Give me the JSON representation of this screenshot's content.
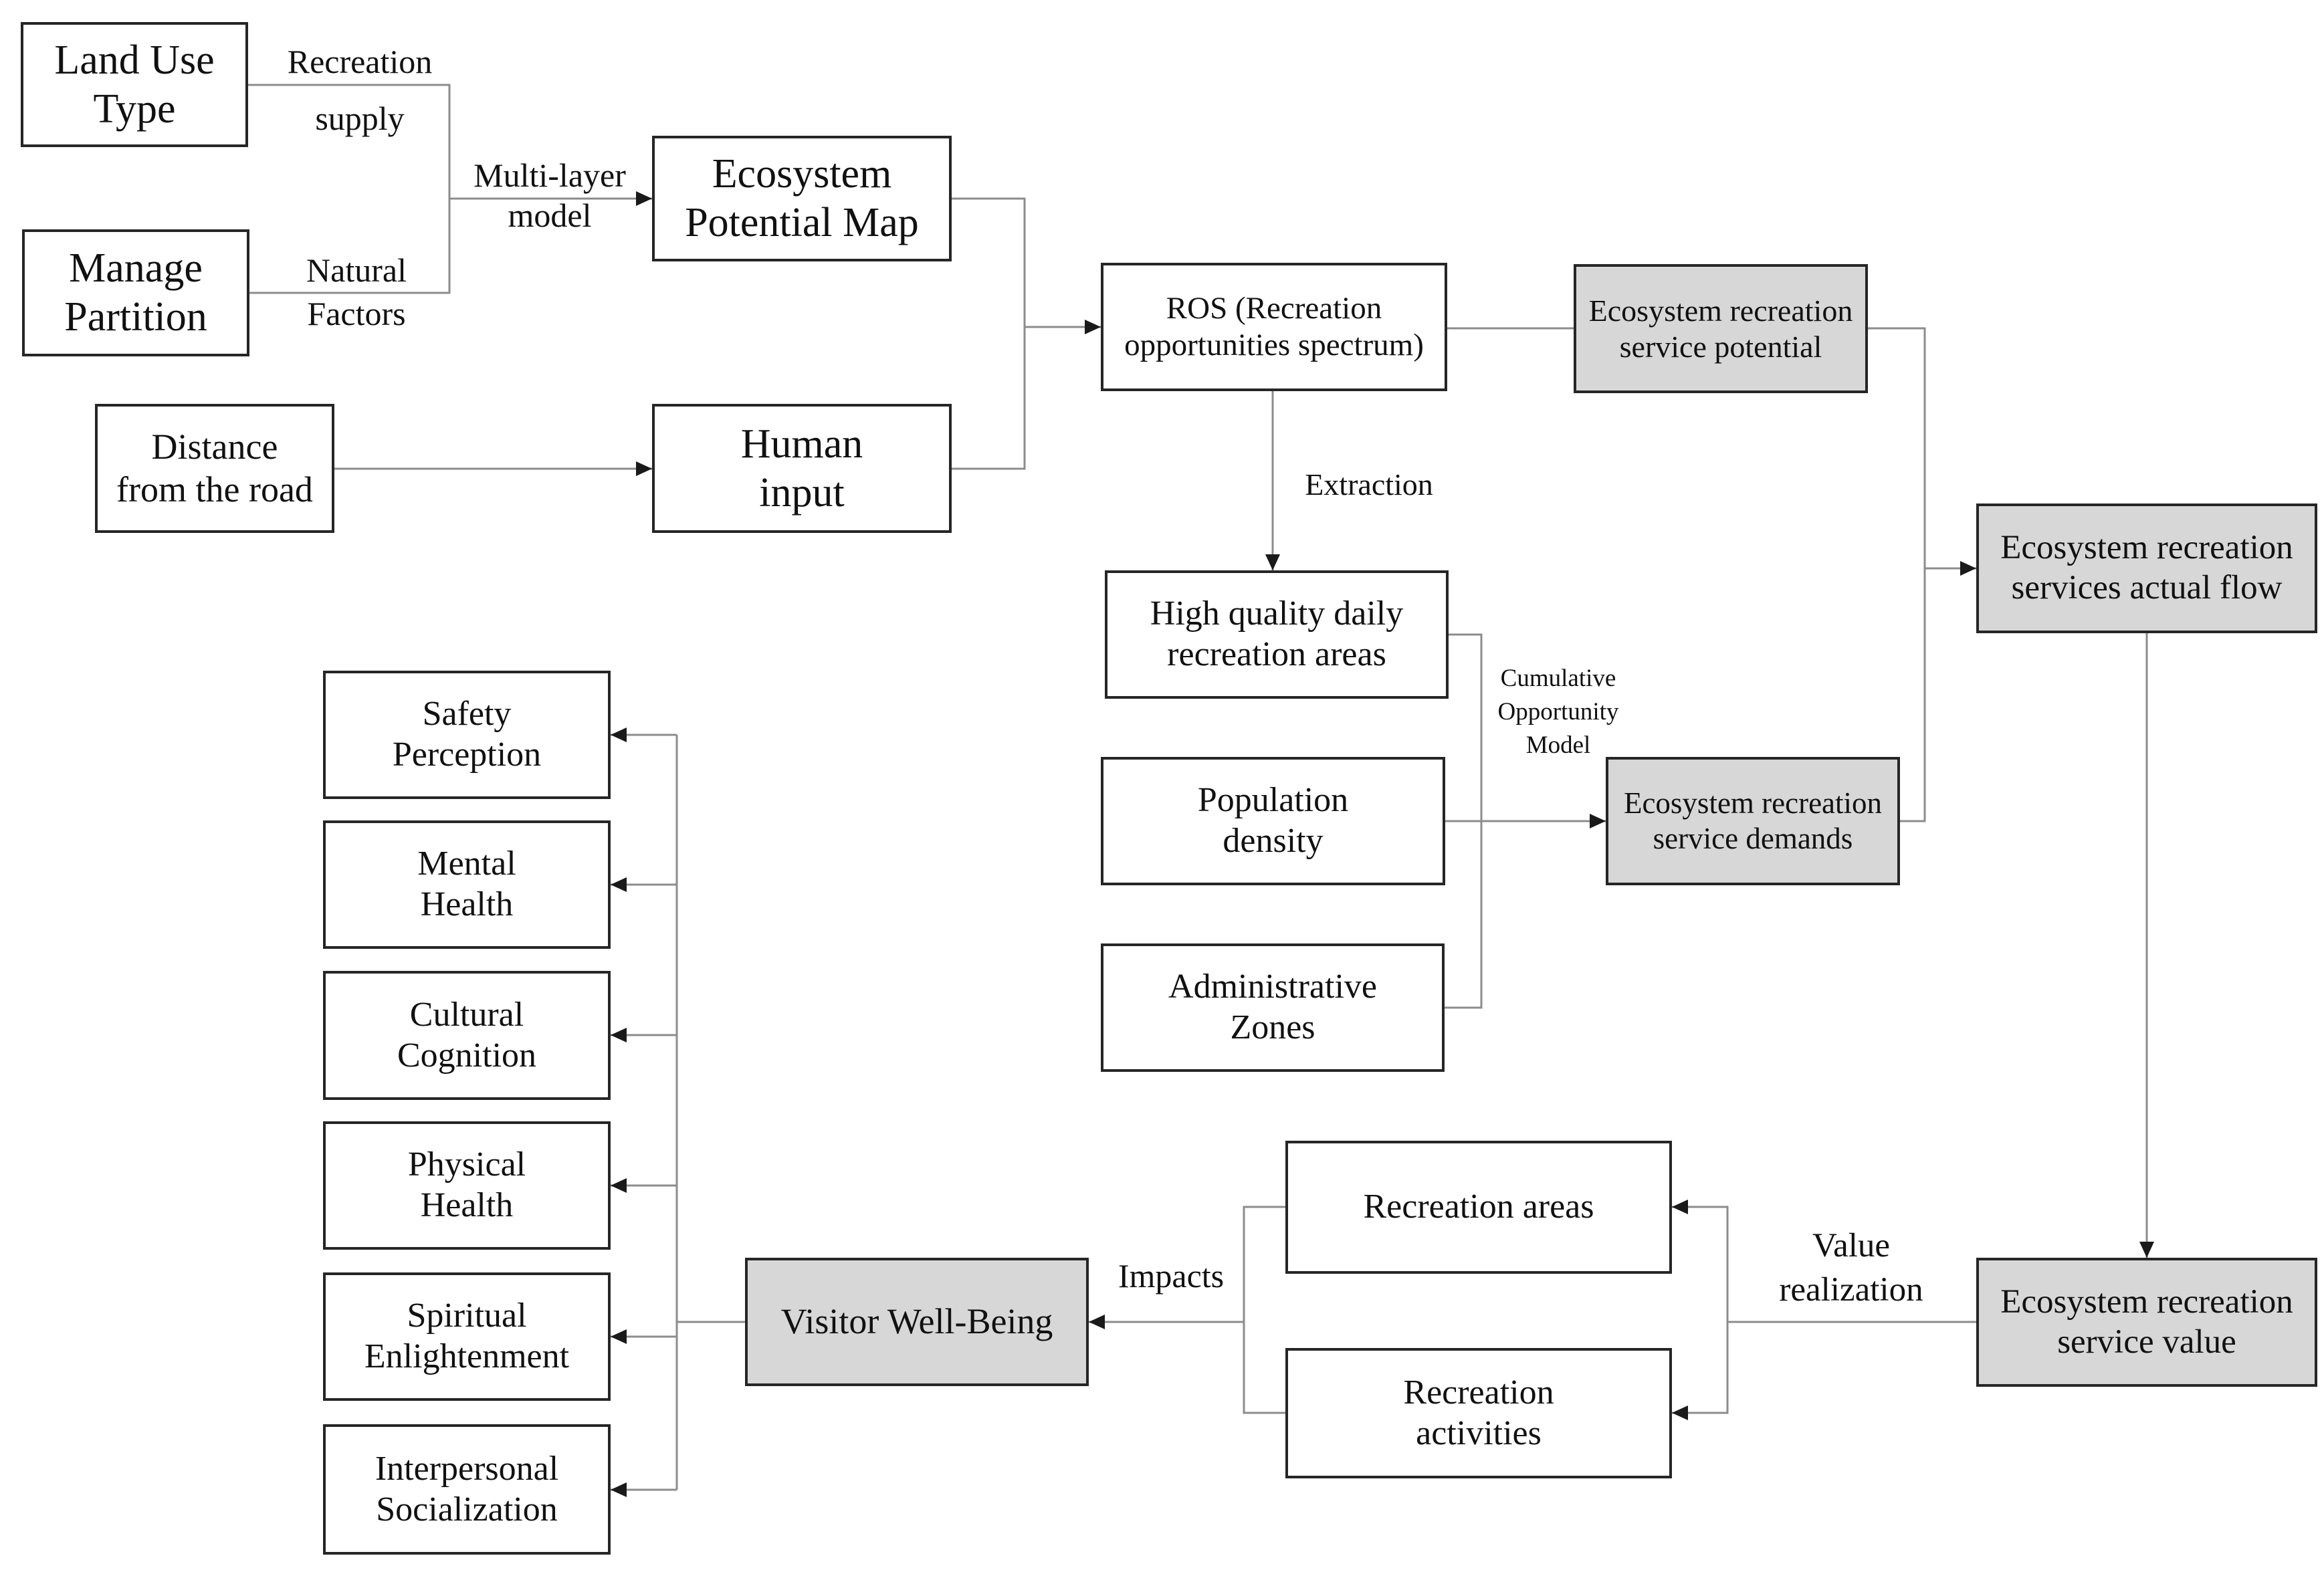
{
  "boxes": {
    "land_use": [
      "Land Use",
      "Type"
    ],
    "manage_partition": [
      "Manage",
      "Partition"
    ],
    "distance_road": [
      "Distance",
      "from the road"
    ],
    "ecosystem_potential_map": [
      "Ecosystem",
      "Potential Map"
    ],
    "human_input": [
      "Human",
      "input"
    ],
    "ros": [
      "ROS (Recreation",
      "opportunities spectrum)"
    ],
    "service_potential": [
      "Ecosystem recreation",
      "service potential"
    ],
    "high_quality_areas": [
      "High quality daily",
      "recreation areas"
    ],
    "population_density": [
      "Population",
      "density"
    ],
    "administrative_zones": [
      "Administrative",
      "Zones"
    ],
    "service_demands": [
      "Ecosystem recreation",
      "service demands"
    ],
    "actual_flow": [
      "Ecosystem recreation",
      "services actual flow"
    ],
    "service_value": [
      "Ecosystem recreation",
      "service value"
    ],
    "recreation_areas": [
      "Recreation areas"
    ],
    "recreation_activities": [
      "Recreation",
      "activities"
    ],
    "visitor_wellbeing": [
      "Visitor Well-Being"
    ],
    "safety_perception": [
      "Safety",
      "Perception"
    ],
    "mental_health": [
      "Mental",
      "Health"
    ],
    "cultural_cognition": [
      "Cultural",
      "Cognition"
    ],
    "physical_health": [
      "Physical",
      "Health"
    ],
    "spiritual_enlightenment": [
      "Spiritual",
      "Enlightenment"
    ],
    "interpersonal_socialization": [
      "Interpersonal",
      "Socialization"
    ]
  },
  "labels": {
    "recreation_supply": [
      "Recreation",
      "supply"
    ],
    "natural_factors": [
      "Natural",
      "Factors"
    ],
    "multi_layer_model": [
      "Multi-layer",
      "model"
    ],
    "extraction": [
      "Extraction"
    ],
    "cumulative_opportunity_model": [
      "Cumulative",
      "Opportunity",
      "Model"
    ],
    "value_realization": [
      "Value",
      "realization"
    ],
    "impacts": [
      "Impacts"
    ]
  },
  "colors": {
    "box_border": "#262626",
    "box_fill": "#ffffff",
    "shaded_fill": "#d7d7d7",
    "connector": "#8c8c8c",
    "arrowhead": "#1a1a1a"
  }
}
